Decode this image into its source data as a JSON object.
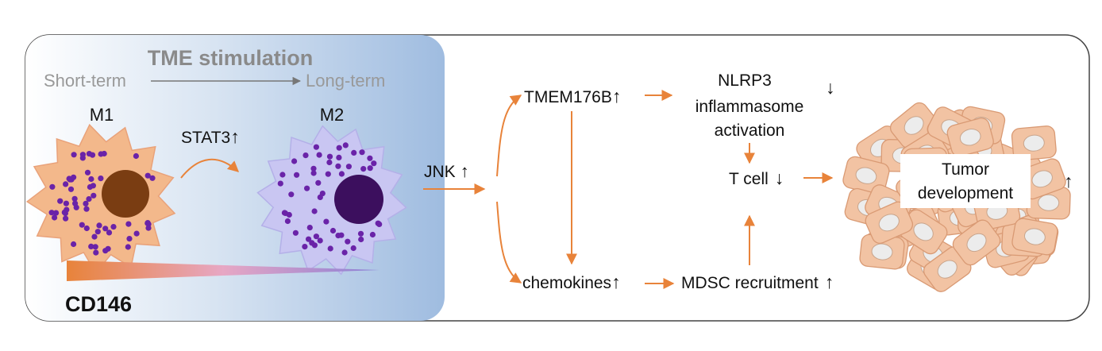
{
  "panel": {
    "title": "TME stimulation",
    "short_term": "Short-term",
    "long_term": "Long-term"
  },
  "cells": {
    "m1_label": "M1",
    "m2_label": "M2",
    "stat3_label": "STAT3",
    "cd146_label": "CD146"
  },
  "pathway": {
    "jnk": "JNK",
    "tmem176b": "TMEM176B",
    "chemokines": "chemokines",
    "nlrp3_line1": "NLRP3",
    "nlrp3_line2": "inflammasome",
    "nlrp3_line3": "activation",
    "tcell": "T cell",
    "mdsc": "MDSC recruitment",
    "tumor_line1": "Tumor",
    "tumor_line2": "development"
  },
  "symbols": {
    "up": "↑",
    "down": "↓"
  },
  "colors": {
    "arrow_orange": "#e8833a",
    "m1_cell": "#f3b88b",
    "m2_cell": "#c9c6f2",
    "dot_purple": "#6a23a8",
    "m1_nucleus": "#7a3d12",
    "m2_nucleus": "#3c0f5e",
    "tumor_cell": "#f2c3a3",
    "panel_blue": "#a8c3e4",
    "gray_text": "#888888"
  }
}
